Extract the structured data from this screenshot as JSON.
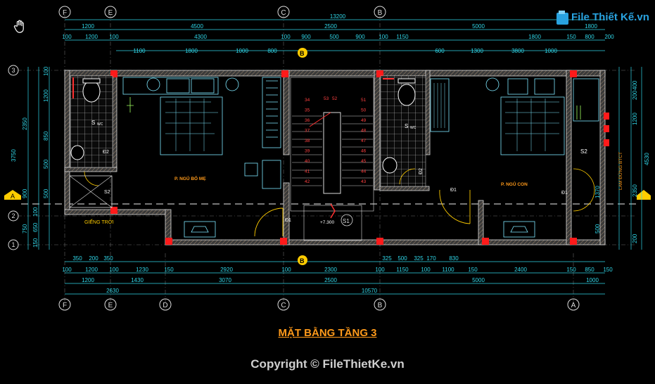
{
  "drawing": {
    "title": "MẶT BẰNG TẦNG 3",
    "copyright": "Copyright © FileThietKe.vn",
    "logo_text": "File Thiết Kế.vn"
  },
  "colors": {
    "background": "#000000",
    "wall": "#ffffff",
    "column": "#ff1a1a",
    "dim": "#2fd6e8",
    "furniture": "#7fe8ff",
    "label": "#ff9a1a",
    "stair_num": "#ff4040",
    "grid": "#d0d0d0",
    "axis": "#ffff66"
  },
  "grid_axes": {
    "top": [
      "F",
      "E",
      "C",
      "B"
    ],
    "bottom": [
      "F",
      "E",
      "D",
      "C",
      "B",
      "A"
    ],
    "left": [
      "3",
      "A",
      "2",
      "1"
    ]
  },
  "dims_top": {
    "overall": "13200",
    "row1": [
      "1200",
      "4500",
      "2500",
      "5000",
      "1800"
    ],
    "row2": [
      "100",
      "1200",
      "100",
      "4300",
      "100",
      "900",
      "500",
      "900",
      "100",
      "1150",
      "1800",
      "150",
      "800",
      "200"
    ],
    "row3": [
      "1100",
      "1800",
      "1000",
      "800",
      "600",
      "1300",
      "3800",
      "1000"
    ]
  },
  "dims_bottom": {
    "row1": [
      "350",
      "200",
      "350",
      "325",
      "500",
      "325",
      "170",
      "830"
    ],
    "row2": [
      "100",
      "1200",
      "100",
      "1230",
      "150",
      "2920",
      "100",
      "2300",
      "100",
      "1150",
      "100",
      "1100",
      "150",
      "2400",
      "150",
      "850",
      "150"
    ],
    "row3": [
      "1200",
      "1430",
      "3070",
      "2500",
      "5000",
      "1000"
    ],
    "row4": [
      "2630",
      "10570"
    ]
  },
  "dims_left": [
    "100",
    "1200",
    "2350",
    "3750",
    "900",
    "500",
    "750",
    "100",
    "150",
    "650",
    "850",
    "500"
  ],
  "dims_right": [
    "400",
    "200",
    "1200",
    "4530",
    "2350",
    "1370",
    "500",
    "200"
  ],
  "rooms": {
    "master_bed": "P. NGỦ BỐ MẸ",
    "child_bed": "P. NGỦ CON",
    "light_well": "GIẾNG TRỜI",
    "elevation": "+7.300",
    "lam_dung": "LAM ĐỨNG BTCT",
    "s1": "S1",
    "s2": "S2",
    "d1": "Đ1",
    "d2": "Đ2",
    "wc": "WC"
  },
  "stair_numbers_left": [
    "34",
    "35",
    "36",
    "37",
    "38",
    "39",
    "40",
    "41",
    "42"
  ],
  "stair_numbers_right": [
    "51",
    "50",
    "49",
    "48",
    "47",
    "46",
    "45",
    "44",
    "43"
  ],
  "stair_top": [
    "53",
    "52"
  ],
  "section_marker": "B"
}
